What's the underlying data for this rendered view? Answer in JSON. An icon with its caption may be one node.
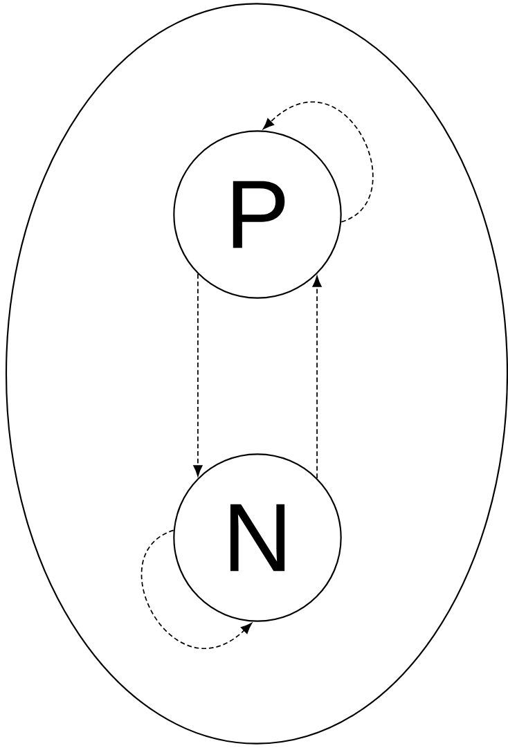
{
  "diagram": {
    "nodes": [
      {
        "text": [],
        "shape": "ellipse"
      },
      {
        "text": [
          "P"
        ],
        "in": 0
      },
      {
        "text": [
          "N"
        ],
        "in": 0
      }
    ],
    "edges": [
      {
        "from": 1,
        "to": 1,
        "arrow": "to",
        "style": "dashed"
      },
      {
        "from": 1,
        "to": 2,
        "arrow": "to",
        "style": "dashed"
      },
      {
        "from": 2,
        "to": 1,
        "arrow": "to",
        "style": "dashed"
      },
      {
        "from": 2,
        "to": 2,
        "arrow": "to",
        "style": "dashed"
      }
    ]
  }
}
